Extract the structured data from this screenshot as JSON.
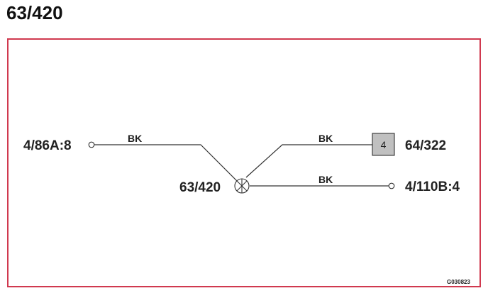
{
  "title": "63/420",
  "diagram": {
    "left_connector": "4/86A:8",
    "ground_point": "63/420",
    "connector_box_pin": "4",
    "connector_box_label": "64/322",
    "right_connector": "4/110B:4",
    "wire_left": "BK",
    "wire_upper_right": "BK",
    "wire_lower_right": "BK",
    "reference_code": "G030823"
  },
  "colors": {
    "frame_border": "#d0394f",
    "box_fill": "#c0c0c0",
    "line": "#333333"
  }
}
